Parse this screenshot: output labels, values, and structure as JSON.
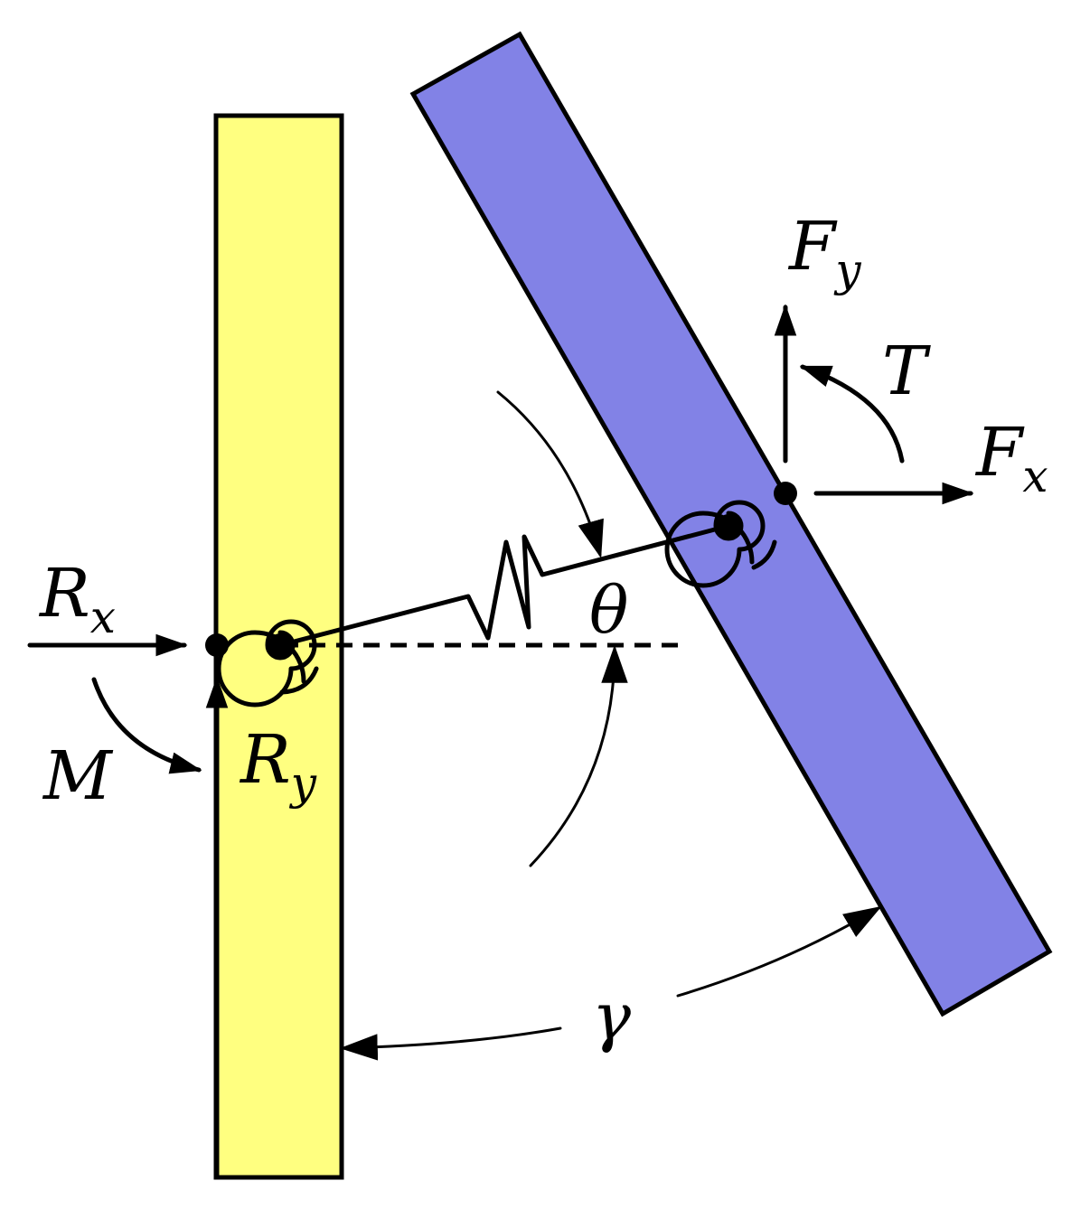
{
  "labels": {
    "Rx": {
      "main": "R",
      "sub": "x"
    },
    "Ry": {
      "main": "R",
      "sub": "y"
    },
    "M": "M",
    "Fx": {
      "main": "F",
      "sub": "x"
    },
    "Fy": {
      "main": "F",
      "sub": "y"
    },
    "T": "T",
    "theta": "θ",
    "gamma": "γ"
  },
  "colors": {
    "fixed_beam": "#ffff80",
    "rotating_beam": "#8282e6",
    "stroke": "#000000"
  }
}
